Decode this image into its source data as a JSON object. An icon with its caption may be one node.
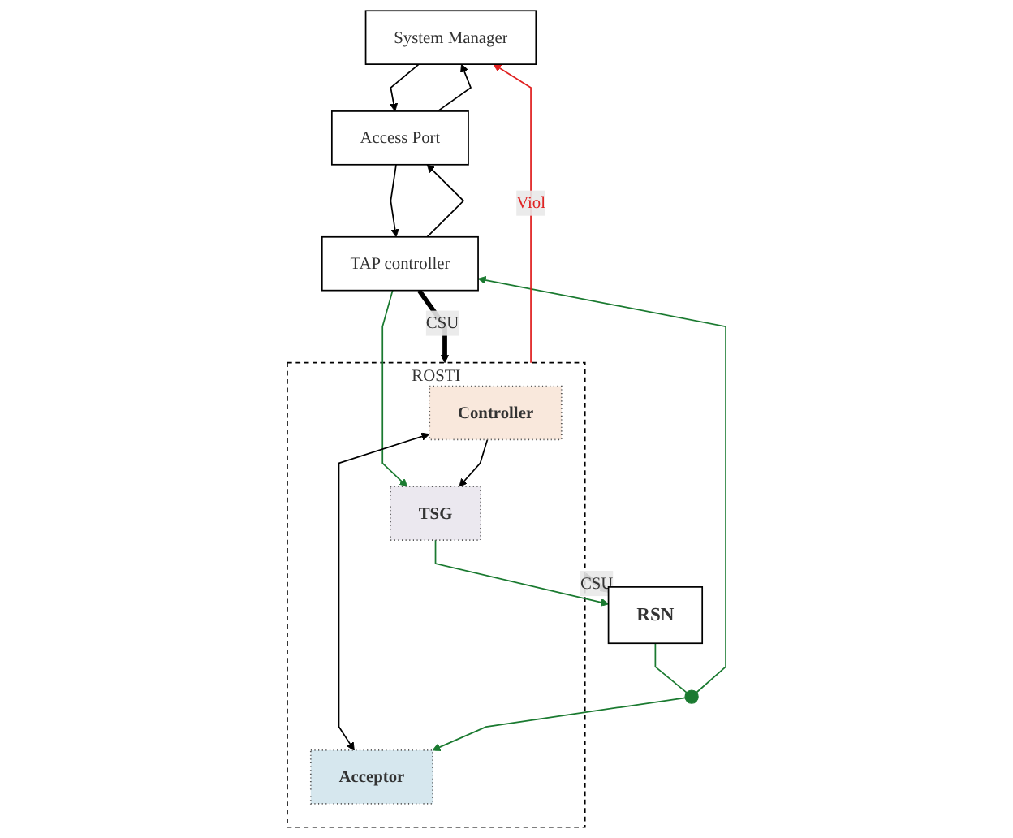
{
  "diagram": {
    "nodes": [
      {
        "text": [
          "System Manager"
        ]
      },
      {
        "text": [
          "Access Port"
        ]
      },
      {
        "text": [
          "TAP controller"
        ]
      },
      {
        "text": [
          "ROSTI"
        ]
      },
      {
        "text": [
          "TSG"
        ],
        "in": 3
      },
      {
        "text": [
          "Controller"
        ],
        "in": 3
      },
      {
        "text": [
          "Acceptor"
        ],
        "in": 3
      },
      {
        "text": [
          "RSN"
        ]
      },
      {
        "text": [],
        "shape": "circle"
      }
    ],
    "edges": [
      {
        "from": 3,
        "to": 0,
        "arrow": "to",
        "label": "Viol",
        "color": "#e02020"
      },
      {
        "from": 0,
        "to": 1,
        "arrow": "to"
      },
      {
        "from": 1,
        "to": 0,
        "arrow": "to"
      },
      {
        "from": 1,
        "to": 2,
        "arrow": "to"
      },
      {
        "from": 2,
        "to": 1,
        "arrow": "to"
      },
      {
        "from": 2,
        "to": 4,
        "arrow": "to",
        "color": "#1a7a30"
      },
      {
        "from": 4,
        "to": 7,
        "arrow": "to",
        "color": "#1a7a30"
      },
      {
        "from": 5,
        "to": 4,
        "arrow": "to"
      },
      {
        "from": 5,
        "to": 6,
        "arrow": "both"
      },
      {
        "from": 2,
        "to": 3,
        "arrow": "to",
        "label": "CSU",
        "style": "thick"
      },
      {
        "from": 3,
        "to": 7,
        "arrow": "to",
        "label": "CSU",
        "style": "thick"
      },
      {
        "from": 7,
        "to": 8,
        "arrow": "none",
        "color": "#1a7a30"
      },
      {
        "from": 8,
        "to": 2,
        "arrow": "to",
        "color": "#1a7a30"
      },
      {
        "from": 8,
        "to": 6,
        "arrow": "to",
        "color": "#1a7a30"
      }
    ]
  }
}
